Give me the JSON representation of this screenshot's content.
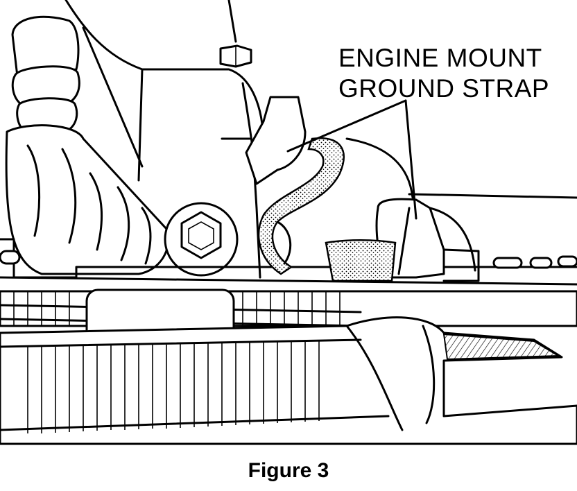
{
  "callout": {
    "line1": "ENGINE MOUNT",
    "line2": "GROUND STRAP"
  },
  "caption": "Figure 3"
}
